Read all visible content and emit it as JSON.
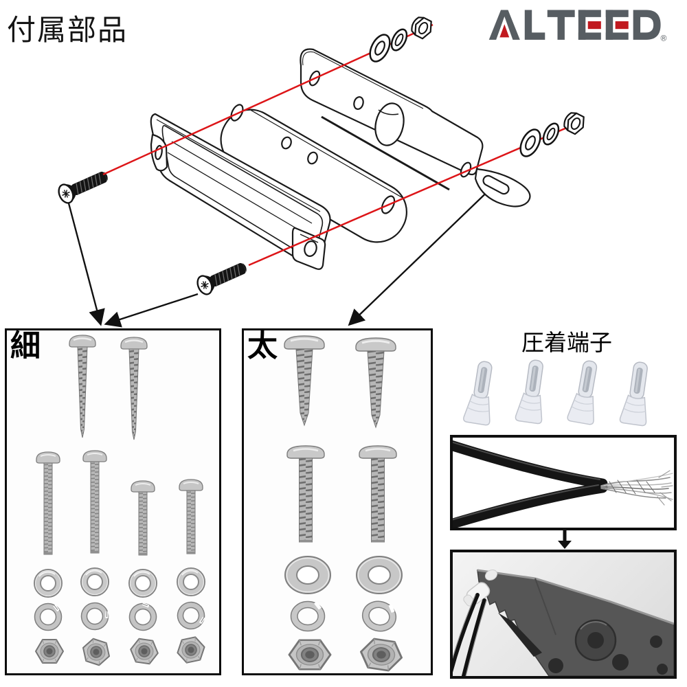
{
  "page": {
    "background_color": "#ffffff"
  },
  "header": {
    "title": "付属部品",
    "brand": {
      "name": "ALTEED",
      "registered_mark": "®",
      "gray_color": "#575d62",
      "red_color": "#c1191f"
    }
  },
  "exploded_diagram": {
    "type": "exploded-assembly-diagram",
    "axis_line_color": "#dd1518",
    "parts": [
      {
        "name": "marker-lamp-housing",
        "count": 1
      },
      {
        "name": "rubber-packing-gasket",
        "count": 1
      },
      {
        "name": "mounting-bracket",
        "count": 1
      },
      {
        "name": "black-torx-screw",
        "count": 2
      },
      {
        "name": "flat-washer",
        "count": 2
      },
      {
        "name": "spring-washer",
        "count": 2
      },
      {
        "name": "hex-nut",
        "count": 2
      }
    ]
  },
  "parts_boxes": [
    {
      "label": "細",
      "items": [
        {
          "type": "tapping-screw",
          "count": 2
        },
        {
          "type": "machine-screw-long",
          "count": 2
        },
        {
          "type": "machine-screw-short",
          "count": 2
        },
        {
          "type": "flat-washer",
          "count": 4
        },
        {
          "type": "spring-washer",
          "count": 4
        },
        {
          "type": "hex-nut",
          "count": 4
        }
      ]
    },
    {
      "label": "太",
      "items": [
        {
          "type": "tapping-screw",
          "count": 2
        },
        {
          "type": "machine-screw",
          "count": 2
        },
        {
          "type": "flat-washer",
          "count": 2
        },
        {
          "type": "spring-washer",
          "count": 2
        },
        {
          "type": "hex-nut",
          "count": 2
        }
      ]
    }
  ],
  "crimp_section": {
    "label": "圧着端子",
    "terminal_count": 4,
    "photos": [
      {
        "name": "stripped-wires-photo"
      },
      {
        "name": "crimping-tool-photo"
      }
    ]
  }
}
